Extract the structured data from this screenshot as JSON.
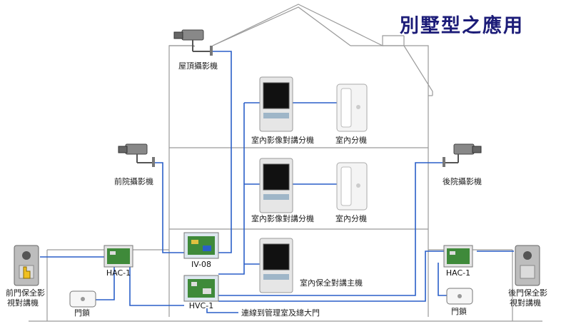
{
  "title": "別墅型之應用",
  "labels": {
    "roof_camera": "屋頂攝影機",
    "front_camera": "前院攝影機",
    "back_camera": "後院攝影機",
    "indoor_video_ext_1": "室內影像對講分機",
    "indoor_ext_1": "室內分機",
    "indoor_video_ext_2": "室內影像對講分機",
    "indoor_ext_2": "室內分機",
    "indoor_master": "室內保全對講主機",
    "iv08": "IV-08",
    "hvc1": "HVC-1",
    "hac1_left": "HAC-1",
    "hac1_right": "HAC-1",
    "front_door_station_1": "前門保全影",
    "front_door_station_2": "視對講機",
    "back_door_station_1": "後門保全影",
    "back_door_station_2": "視對講機",
    "lock_left": "門鎖",
    "lock_right": "門鎖",
    "connection_note": "連線到管理室及總大門"
  },
  "colors": {
    "wire": "#2a5fc8",
    "house": "#9a9a9a",
    "title": "#1c1c78",
    "board": "#3f8a3a"
  }
}
